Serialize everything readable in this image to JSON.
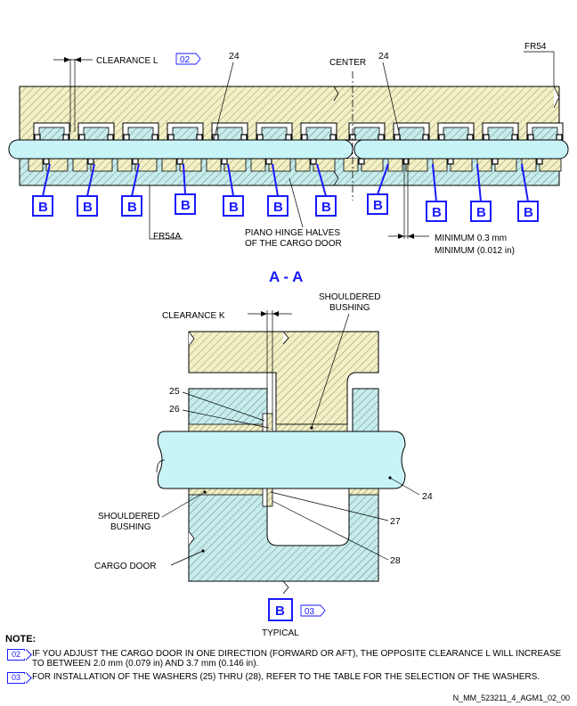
{
  "section_view": {
    "title": "A - A",
    "clearance_label": "CLEARANCE L",
    "clearance_ref": "02",
    "center_label": "CENTER",
    "frame_fr54": "FR54",
    "frame_fr54a": "FR54A",
    "part_24_left": "24",
    "part_24_right": "24",
    "hinge_label_line1": "PIANO HINGE HALVES",
    "hinge_label_line2": "OF THE CARGO DOOR",
    "minimum_line1": "MINIMUM 0.3 mm",
    "minimum_line2": "MINIMUM (0.012 in)",
    "callout": "B"
  },
  "detail_view": {
    "clearance_label": "CLEARANCE K",
    "shouldered_top_line1": "SHOULDERED",
    "shouldered_top_line2": "BUSHING",
    "shouldered_left_line1": "SHOULDERED",
    "shouldered_left_line2": "BUSHING",
    "cargo_door": "CARGO DOOR",
    "part_25": "25",
    "part_26": "26",
    "part_24": "24",
    "part_27": "27",
    "part_28": "28",
    "detail_letter": "B",
    "detail_ref": "03",
    "typical": "TYPICAL"
  },
  "notes": {
    "heading": "NOTE:",
    "items": [
      {
        "tag": "02",
        "text": "IF YOU ADJUST THE CARGO DOOR IN ONE DIRECTION (FORWARD OR AFT), THE OPPOSITE CLEARANCE L WILL INCREASE TO BETWEEN 2.0 mm (0.079 in) AND 3.7 mm (0.146 in)."
      },
      {
        "tag": "03",
        "text": "FOR INSTALLATION OF THE WASHERS (25) THRU (28), REFER TO THE TABLE FOR THE SELECTION OF THE WASHERS."
      }
    ]
  },
  "drawing_id": "N_MM_523211_4_AGM1_02_00",
  "colors": {
    "frame_fill": "#f2f0c4",
    "door_fill": "#c8ecec",
    "shaft_fill": "#c8f4f8",
    "callout_blue": "#1a1aff"
  }
}
